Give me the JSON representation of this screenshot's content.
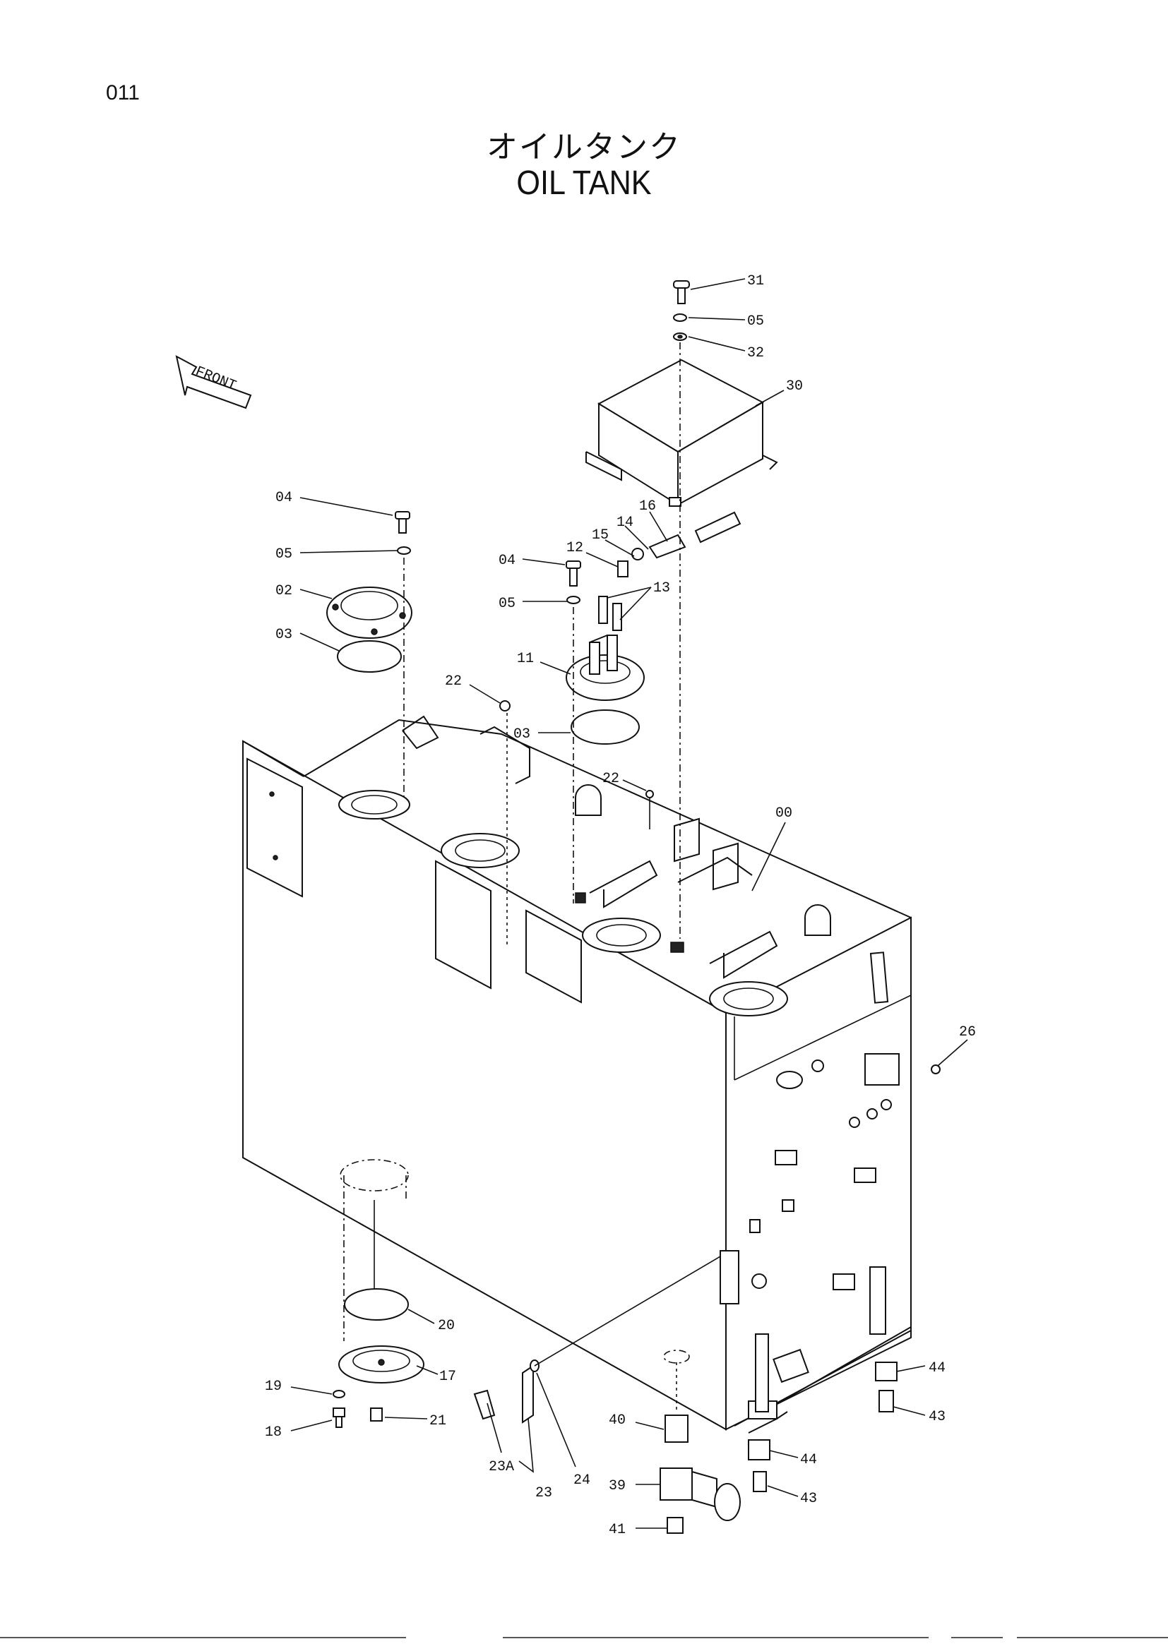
{
  "page": {
    "number": "011"
  },
  "title": {
    "japanese": "オイルタンク",
    "english": "OIL TANK"
  },
  "front_arrow": {
    "text": "FRONT"
  },
  "callouts": [
    {
      "id": "c31",
      "text": "31"
    },
    {
      "id": "c05a",
      "text": "05"
    },
    {
      "id": "c32",
      "text": "32"
    },
    {
      "id": "c30",
      "text": "30"
    },
    {
      "id": "c04a",
      "text": "04"
    },
    {
      "id": "c05b",
      "text": "05"
    },
    {
      "id": "c02",
      "text": "02"
    },
    {
      "id": "c03a",
      "text": "03"
    },
    {
      "id": "c16",
      "text": "16"
    },
    {
      "id": "c14",
      "text": "14"
    },
    {
      "id": "c15",
      "text": "15"
    },
    {
      "id": "c12",
      "text": "12"
    },
    {
      "id": "c04b",
      "text": "04"
    },
    {
      "id": "c13",
      "text": "13"
    },
    {
      "id": "c05c",
      "text": "05"
    },
    {
      "id": "c11",
      "text": "11"
    },
    {
      "id": "c22a",
      "text": "22"
    },
    {
      "id": "c03b",
      "text": "03"
    },
    {
      "id": "c22b",
      "text": "22"
    },
    {
      "id": "c00",
      "text": "00"
    },
    {
      "id": "c26",
      "text": "26"
    },
    {
      "id": "c20",
      "text": "20"
    },
    {
      "id": "c17",
      "text": "17"
    },
    {
      "id": "c19",
      "text": "19"
    },
    {
      "id": "c18",
      "text": "18"
    },
    {
      "id": "c21",
      "text": "21"
    },
    {
      "id": "c23A",
      "text": "23A"
    },
    {
      "id": "c23",
      "text": "23"
    },
    {
      "id": "c24",
      "text": "24"
    },
    {
      "id": "c40",
      "text": "40"
    },
    {
      "id": "c39",
      "text": "39"
    },
    {
      "id": "c41",
      "text": "41"
    },
    {
      "id": "c44a",
      "text": "44"
    },
    {
      "id": "c43a",
      "text": "43"
    },
    {
      "id": "c44b",
      "text": "44"
    },
    {
      "id": "c43b",
      "text": "43"
    }
  ]
}
